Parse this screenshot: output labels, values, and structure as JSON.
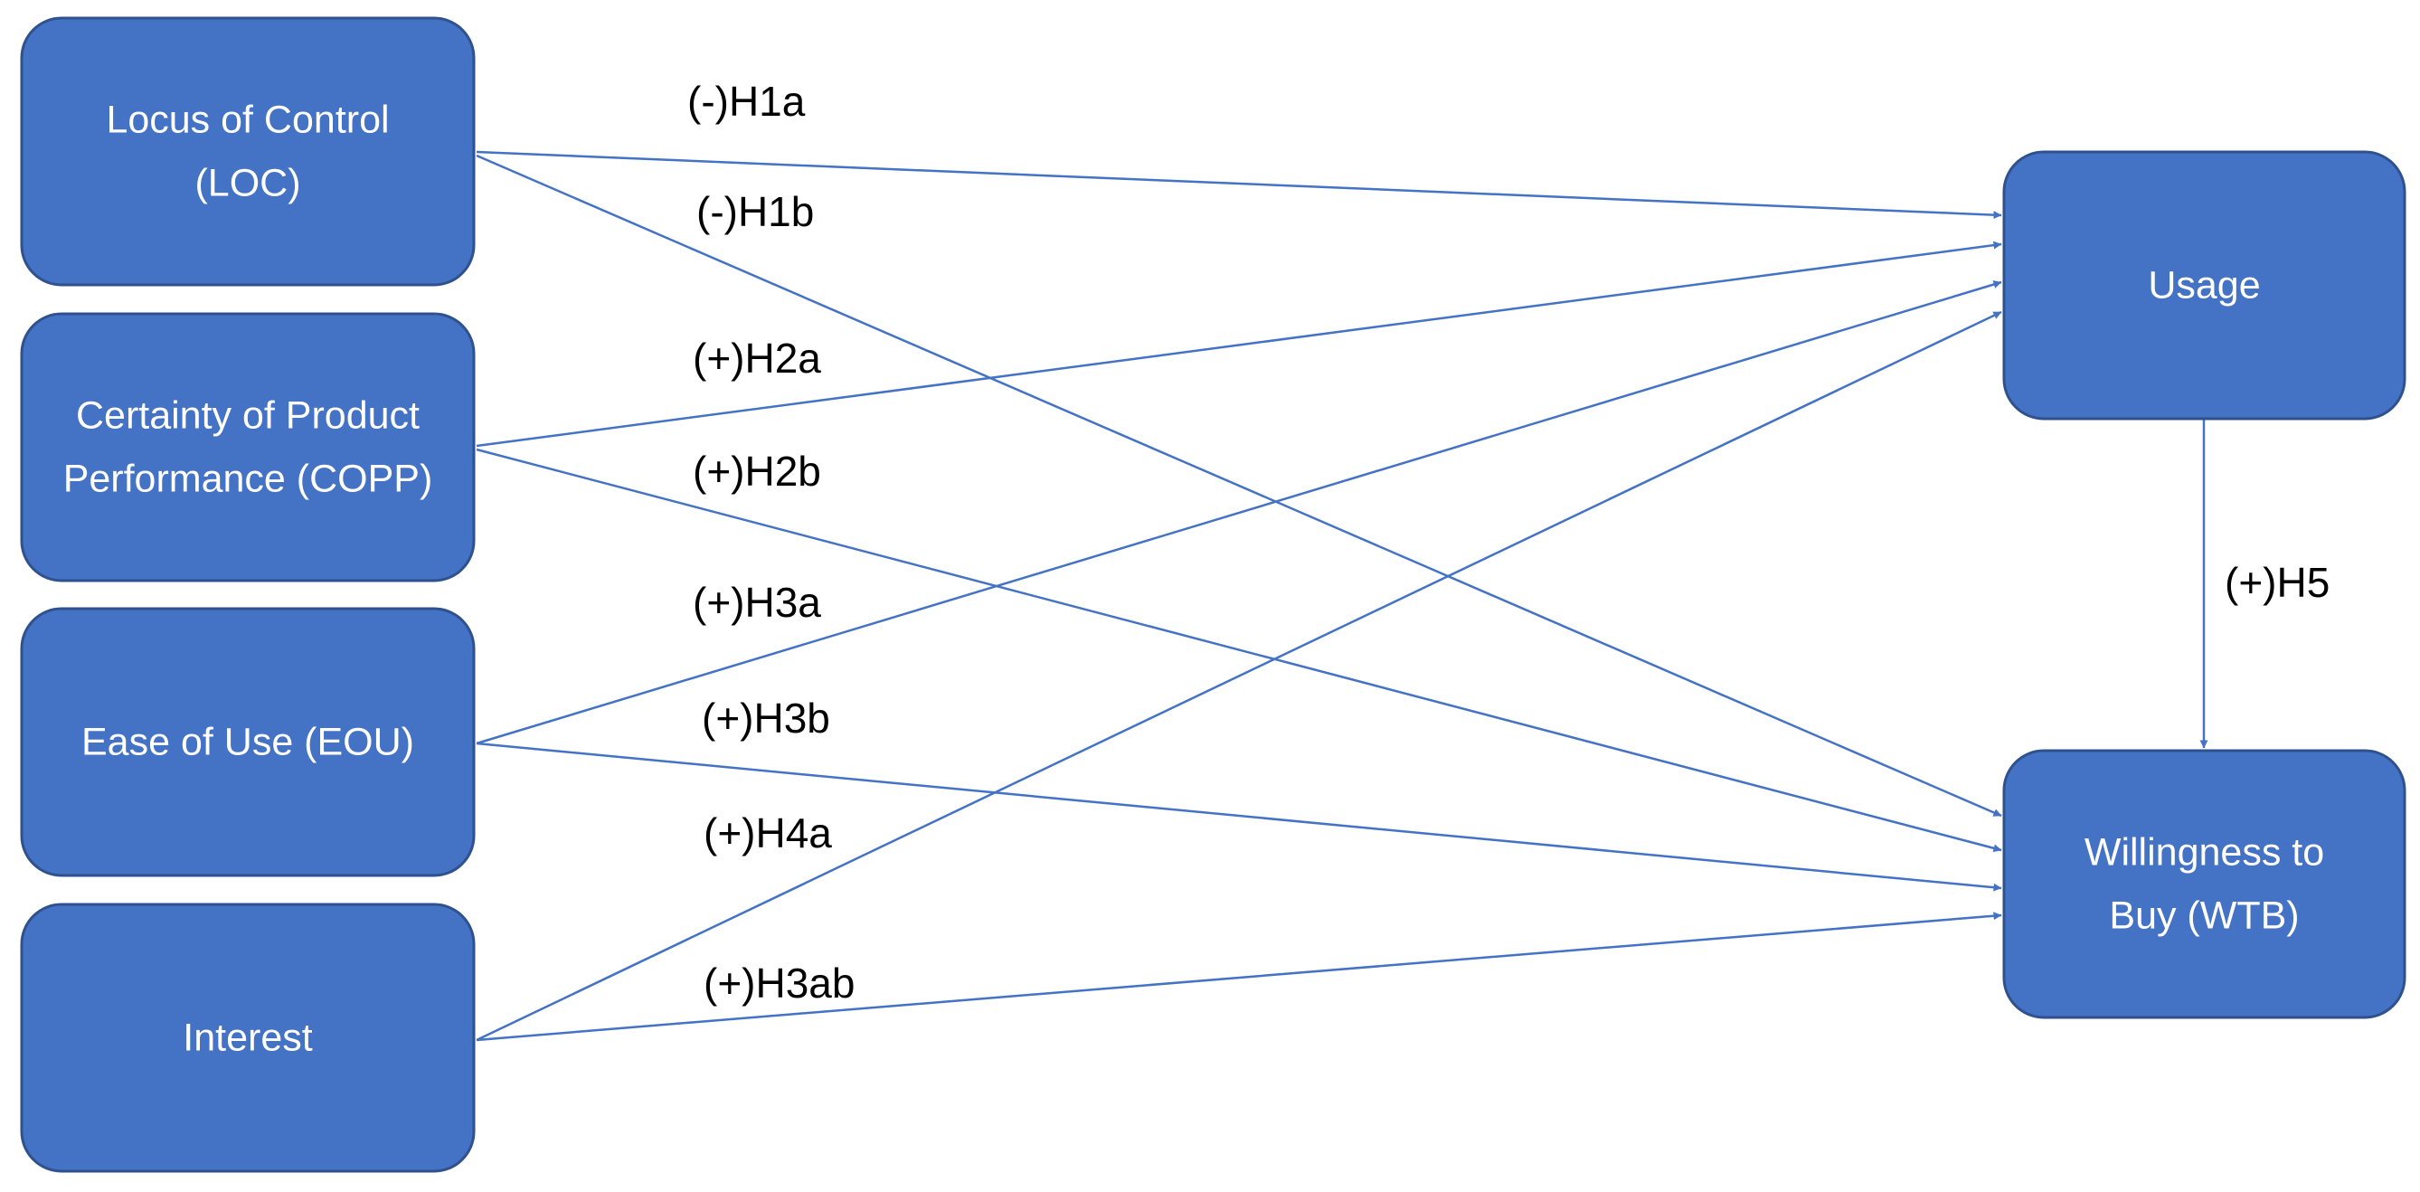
{
  "colors": {
    "node_fill": "#4472c4",
    "node_text": "#ffffff",
    "edge": "#4472c4",
    "label_text": "#000000"
  },
  "nodes": [
    {
      "id": "loc",
      "lines": [
        "Locus of Control",
        "(LOC)"
      ]
    },
    {
      "id": "copp",
      "lines": [
        "Certainty of Product",
        "Performance (COPP)"
      ]
    },
    {
      "id": "eou",
      "lines": [
        "Ease of Use (EOU)"
      ]
    },
    {
      "id": "interest",
      "lines": [
        "Interest"
      ]
    },
    {
      "id": "usage",
      "lines": [
        "Usage"
      ]
    },
    {
      "id": "wtb",
      "lines": [
        "Willingness to",
        "Buy (WTB)"
      ]
    }
  ],
  "edges": [
    {
      "id": "h1a",
      "from": "loc",
      "to": "usage",
      "label": "(-)H1a"
    },
    {
      "id": "h1b",
      "from": "loc",
      "to": "wtb",
      "label": "(-)H1b"
    },
    {
      "id": "h2a",
      "from": "copp",
      "to": "usage",
      "label": "(+)H2a"
    },
    {
      "id": "h2b",
      "from": "copp",
      "to": "wtb",
      "label": "(+)H2b"
    },
    {
      "id": "h3a",
      "from": "eou",
      "to": "usage",
      "label": "(+)H3a"
    },
    {
      "id": "h3b",
      "from": "eou",
      "to": "wtb",
      "label": "(+)H3b"
    },
    {
      "id": "h4a",
      "from": "interest",
      "to": "usage",
      "label": "(+)H4a"
    },
    {
      "id": "h3ab",
      "from": "interest",
      "to": "wtb",
      "label": "(+)H3ab"
    },
    {
      "id": "h5",
      "from": "usage",
      "to": "wtb",
      "label": "(+)H5"
    }
  ]
}
